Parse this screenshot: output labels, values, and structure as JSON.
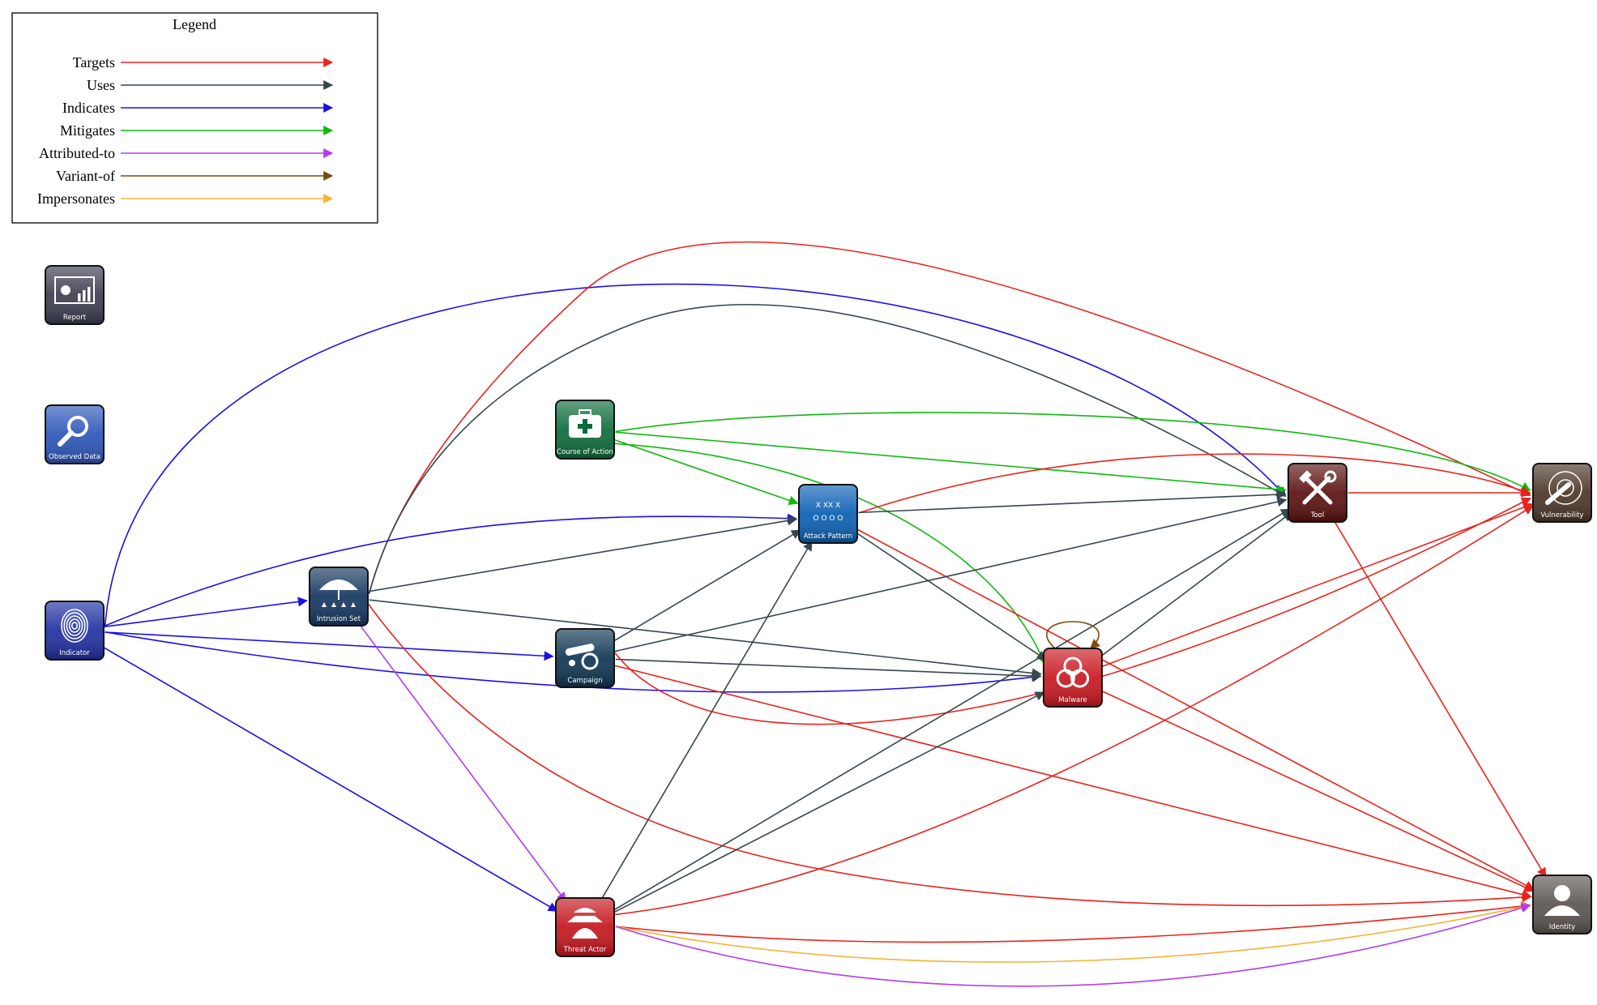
{
  "legend": {
    "title": "Legend",
    "items": [
      {
        "key": "targets",
        "label": "Targets",
        "color": "#e8231d"
      },
      {
        "key": "uses",
        "label": "Uses",
        "color": "#37474f"
      },
      {
        "key": "indicates",
        "label": "Indicates",
        "color": "#1a10e6"
      },
      {
        "key": "mitigates",
        "label": "Mitigates",
        "color": "#11b811"
      },
      {
        "key": "attributed-to",
        "label": "Attributed-to",
        "color": "#b23cf0"
      },
      {
        "key": "variant-of",
        "label": "Variant-of",
        "color": "#7a4a0e"
      },
      {
        "key": "impersonates",
        "label": "Impersonates",
        "color": "#f5b335"
      }
    ]
  },
  "nodes": [
    {
      "id": "report",
      "label": "Report",
      "color": "#3b3d4f",
      "icon": "report-icon"
    },
    {
      "id": "observed-data",
      "label": "Observed Data",
      "color": "#2a55b8",
      "icon": "magnifier-icon"
    },
    {
      "id": "indicator",
      "label": "Indicator",
      "color": "#1f2fa0",
      "icon": "fingerprint-icon"
    },
    {
      "id": "intrusion-set",
      "label": "Intrusion Set",
      "color": "#13365f",
      "icon": "umbrella-icon"
    },
    {
      "id": "course-of-action",
      "label": "Course of Action",
      "color": "#0d6b3a",
      "icon": "first-aid-kit-icon"
    },
    {
      "id": "attack-pattern",
      "label": "Attack Pattern",
      "color": "#0a5fb3",
      "icon": "playbook-icon"
    },
    {
      "id": "campaign",
      "label": "Campaign",
      "color": "#0e3552",
      "icon": "cannon-icon"
    },
    {
      "id": "threat-actor",
      "label": "Threat Actor",
      "color": "#c4151c",
      "icon": "hooded-figure-icon"
    },
    {
      "id": "malware",
      "label": "Malware",
      "color": "#c91720",
      "icon": "biohazard-icon"
    },
    {
      "id": "tool",
      "label": "Tool",
      "color": "#5a1010",
      "icon": "hammer-wrench-icon"
    },
    {
      "id": "vulnerability",
      "label": "Vulnerability",
      "color": "#4a3526",
      "icon": "target-icon"
    },
    {
      "id": "identity",
      "label": "Identity",
      "color": "#5a544f",
      "icon": "person-icon"
    }
  ],
  "edges": [
    {
      "from": "indicator",
      "to": "tool",
      "type": "indicates"
    },
    {
      "from": "indicator",
      "to": "attack-pattern",
      "type": "indicates"
    },
    {
      "from": "indicator",
      "to": "intrusion-set",
      "type": "indicates"
    },
    {
      "from": "indicator",
      "to": "campaign",
      "type": "indicates"
    },
    {
      "from": "indicator",
      "to": "malware",
      "type": "indicates"
    },
    {
      "from": "indicator",
      "to": "threat-actor",
      "type": "indicates"
    },
    {
      "from": "intrusion-set",
      "to": "vulnerability",
      "type": "targets"
    },
    {
      "from": "intrusion-set",
      "to": "tool",
      "type": "uses"
    },
    {
      "from": "intrusion-set",
      "to": "attack-pattern",
      "type": "uses"
    },
    {
      "from": "intrusion-set",
      "to": "malware",
      "type": "uses"
    },
    {
      "from": "intrusion-set",
      "to": "threat-actor",
      "type": "attributed-to"
    },
    {
      "from": "intrusion-set",
      "to": "identity",
      "type": "targets"
    },
    {
      "from": "course-of-action",
      "to": "vulnerability",
      "type": "mitigates"
    },
    {
      "from": "course-of-action",
      "to": "tool",
      "type": "mitigates"
    },
    {
      "from": "course-of-action",
      "to": "attack-pattern",
      "type": "mitigates"
    },
    {
      "from": "course-of-action",
      "to": "malware",
      "type": "mitigates"
    },
    {
      "from": "attack-pattern",
      "to": "vulnerability",
      "type": "targets"
    },
    {
      "from": "attack-pattern",
      "to": "tool",
      "type": "uses"
    },
    {
      "from": "attack-pattern",
      "to": "malware",
      "type": "uses"
    },
    {
      "from": "attack-pattern",
      "to": "identity",
      "type": "targets"
    },
    {
      "from": "campaign",
      "to": "attack-pattern",
      "type": "uses"
    },
    {
      "from": "campaign",
      "to": "tool",
      "type": "uses"
    },
    {
      "from": "campaign",
      "to": "malware",
      "type": "uses"
    },
    {
      "from": "campaign",
      "to": "vulnerability",
      "type": "targets"
    },
    {
      "from": "campaign",
      "to": "identity",
      "type": "targets"
    },
    {
      "from": "threat-actor",
      "to": "attack-pattern",
      "type": "uses"
    },
    {
      "from": "threat-actor",
      "to": "malware",
      "type": "uses"
    },
    {
      "from": "threat-actor",
      "to": "tool",
      "type": "uses"
    },
    {
      "from": "threat-actor",
      "to": "vulnerability",
      "type": "targets"
    },
    {
      "from": "threat-actor",
      "to": "identity",
      "type": "targets"
    },
    {
      "from": "threat-actor",
      "to": "identity",
      "type": "impersonates"
    },
    {
      "from": "threat-actor",
      "to": "identity",
      "type": "attributed-to"
    },
    {
      "from": "malware",
      "to": "malware",
      "type": "variant-of"
    },
    {
      "from": "malware",
      "to": "tool",
      "type": "uses"
    },
    {
      "from": "malware",
      "to": "vulnerability",
      "type": "targets"
    },
    {
      "from": "malware",
      "to": "identity",
      "type": "targets"
    },
    {
      "from": "tool",
      "to": "vulnerability",
      "type": "targets"
    },
    {
      "from": "tool",
      "to": "identity",
      "type": "targets"
    }
  ]
}
